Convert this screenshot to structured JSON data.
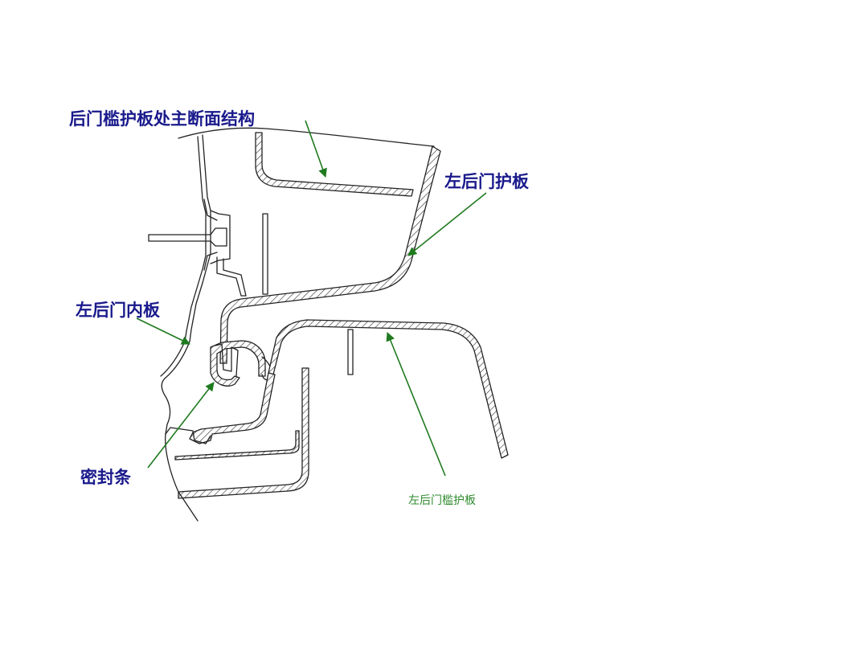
{
  "labels": {
    "title": "后门槛护板处主断面结构",
    "left_rear_door_trim": "左后门护板",
    "left_rear_door_inner_panel": "左后门内板",
    "seal_strip": "密封条",
    "left_rear_sill_trim": "左后门槛护板"
  },
  "colors": {
    "label_text": "#1a1a8c",
    "sill_label_text": "#2e8b2e",
    "leader_arrow": "#1f7a1f",
    "line_art": "#222222"
  }
}
